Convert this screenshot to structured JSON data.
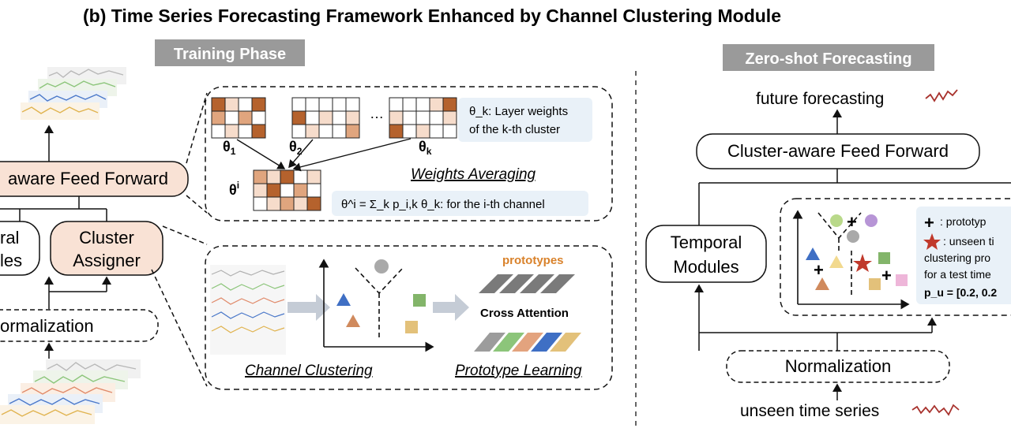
{
  "title": "(b) Time Series Forecasting Framework Enhanced by Channel Clustering Module",
  "training": {
    "badge": "Training Phase",
    "feed_forward": "aware Feed Forward",
    "temporal_line1": "ral",
    "temporal_line2": "les",
    "cluster_assigner_line1": "Cluster",
    "cluster_assigner_line2": "Assigner",
    "normalization": "ormalization",
    "weights": {
      "theta_1": "θ",
      "theta_1_sub": "1",
      "theta_2": "θ",
      "theta_2_sub": "2",
      "theta_k": "θ",
      "theta_k_sub": "k",
      "ellipsis": "…",
      "theta_i": "θ",
      "theta_i_sup": "i",
      "note_line1": "θ_k: Layer weights",
      "note_line2": "of the k-th cluster",
      "averaging_label": "Weights Averaging",
      "formula": "θ^i = Σ_k p_i,k θ_k: for the i-th channel"
    },
    "clustering": {
      "channel_clustering": "Channel Clustering",
      "prototypes": "prototypes",
      "cross_attention": "Cross Attention",
      "prototype_learning": "Prototype Learning"
    }
  },
  "zeroshot": {
    "badge": "Zero-shot Forecasting",
    "future": "future forecasting",
    "feed_forward": "Cluster-aware Feed Forward",
    "temporal_line1": "Temporal",
    "temporal_line2": "Modules",
    "legend_line1": ": prototyp",
    "legend_line2": ": unseen ti",
    "legend_line3": "clustering pro",
    "legend_line4": "for a test time",
    "legend_line5": "p_u = [0.2, 0.2",
    "normalization": "Normalization",
    "unseen": "unseen time series"
  },
  "colors": {
    "badge_bg": "#9a9a9a",
    "block_fill": "#f9e2d5",
    "weight_dark": "#b5622d",
    "weight_mid": "#e0a57e",
    "weight_light": "#f6dccb",
    "note_bg": "#e9f1f8",
    "blue": "#3f6fc4",
    "orange_tri": "#d08a5d",
    "green": "#83b56a",
    "sand": "#e3c17a",
    "gray": "#a9a9a9",
    "purple": "#b795d6",
    "pink": "#eeb6d9",
    "red_star": "#c0392b",
    "prototype_orange": "#d9822b",
    "forecast_line": "#a8322d"
  }
}
